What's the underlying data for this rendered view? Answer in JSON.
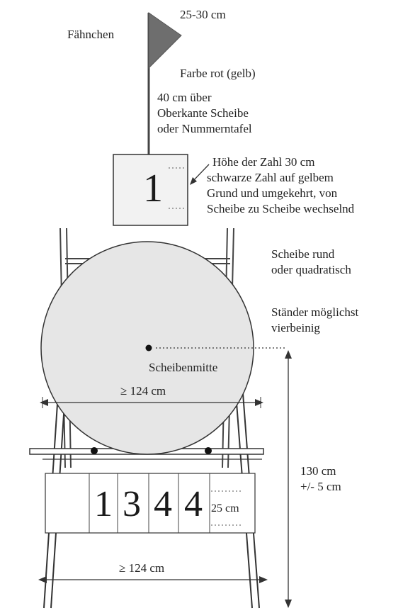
{
  "labels": {
    "flag_size": "25-30 cm",
    "flag_name": "Fähnchen",
    "flag_color": "Farbe rot (gelb)",
    "flag_height": [
      "40 cm über",
      "Oberkante Scheibe",
      "oder Nummerntafel"
    ],
    "number_height": "Höhe der Zahl 30 cm",
    "number_desc": [
      "schwarze Zahl auf gelbem",
      "Grund und umgekehrt, von",
      "Scheibe zu Scheibe wechselnd"
    ],
    "disc_shape": [
      "Scheibe rund",
      "oder quadratisch"
    ],
    "stand": [
      "Ständer möglichst",
      "vierbeinig"
    ],
    "disc_center": "Scheibenmitte",
    "disc_width": "≥ 124 cm",
    "panel_digit_height": "25 cm",
    "height_total": [
      "130 cm",
      "+/- 5 cm"
    ],
    "base_width": "≥ 124 cm"
  },
  "target_number": "1",
  "panel_digits": [
    "1",
    "3",
    "4",
    "4"
  ],
  "colors": {
    "ink": "#222222",
    "flag": "#6e6e6e",
    "disc_fill": "#e6e6e6",
    "outline": "#333333"
  }
}
